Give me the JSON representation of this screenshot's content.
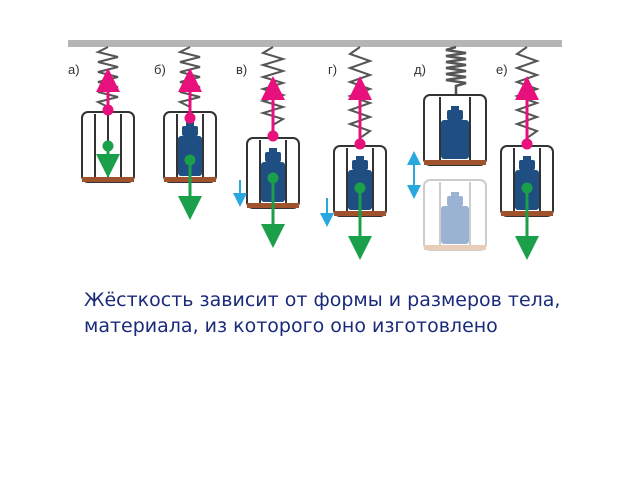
{
  "diagram": {
    "panels": [
      {
        "label": "а)",
        "weight": "none"
      },
      {
        "label": "б)",
        "weight": "full"
      },
      {
        "label": "в)",
        "weight": "full"
      },
      {
        "label": "г)",
        "weight": "full"
      },
      {
        "label": "д)",
        "weight": "full"
      },
      {
        "label": "е)",
        "weight": "full"
      }
    ],
    "colors": {
      "ceiling": "#b5b5b5",
      "spring": "#555555",
      "cage": "#333333",
      "cage_floor": "#a0522d",
      "weight": "#1f4f82",
      "elastic_force": "#e8107d",
      "gravity_force": "#1aa04a",
      "motion": "#29a8e0",
      "ghost_weight": "#9bb3d3"
    }
  },
  "caption": "Жёсткость зависит от формы и размеров тела, материала, из которого оно изготовлено"
}
